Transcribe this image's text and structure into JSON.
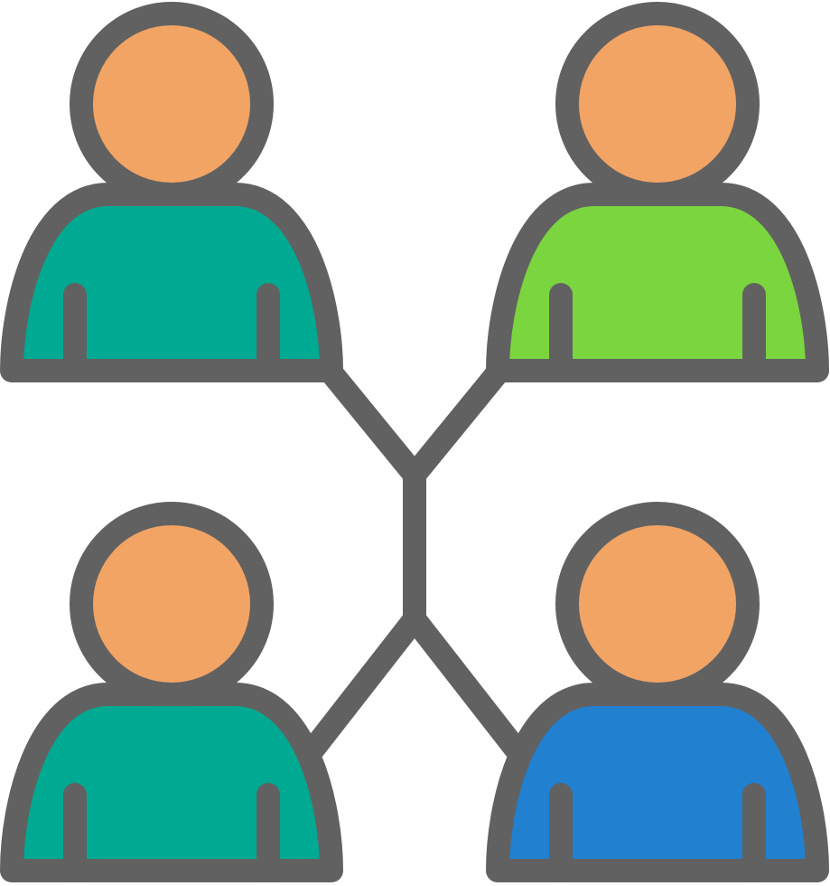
{
  "icon": {
    "name": "team-network-icon",
    "colors": {
      "outline": "#616161",
      "head": "#F2A465",
      "teal_shirt": "#00A991",
      "green_shirt": "#7AD53F",
      "blue_shirt": "#2180CF",
      "background": "#FFFFFF"
    },
    "people": [
      {
        "name": "person-top-left",
        "shirt": "teal_shirt"
      },
      {
        "name": "person-top-right",
        "shirt": "green_shirt"
      },
      {
        "name": "person-bottom-left",
        "shirt": "teal_shirt"
      },
      {
        "name": "person-bottom-right",
        "shirt": "blue_shirt"
      }
    ]
  }
}
